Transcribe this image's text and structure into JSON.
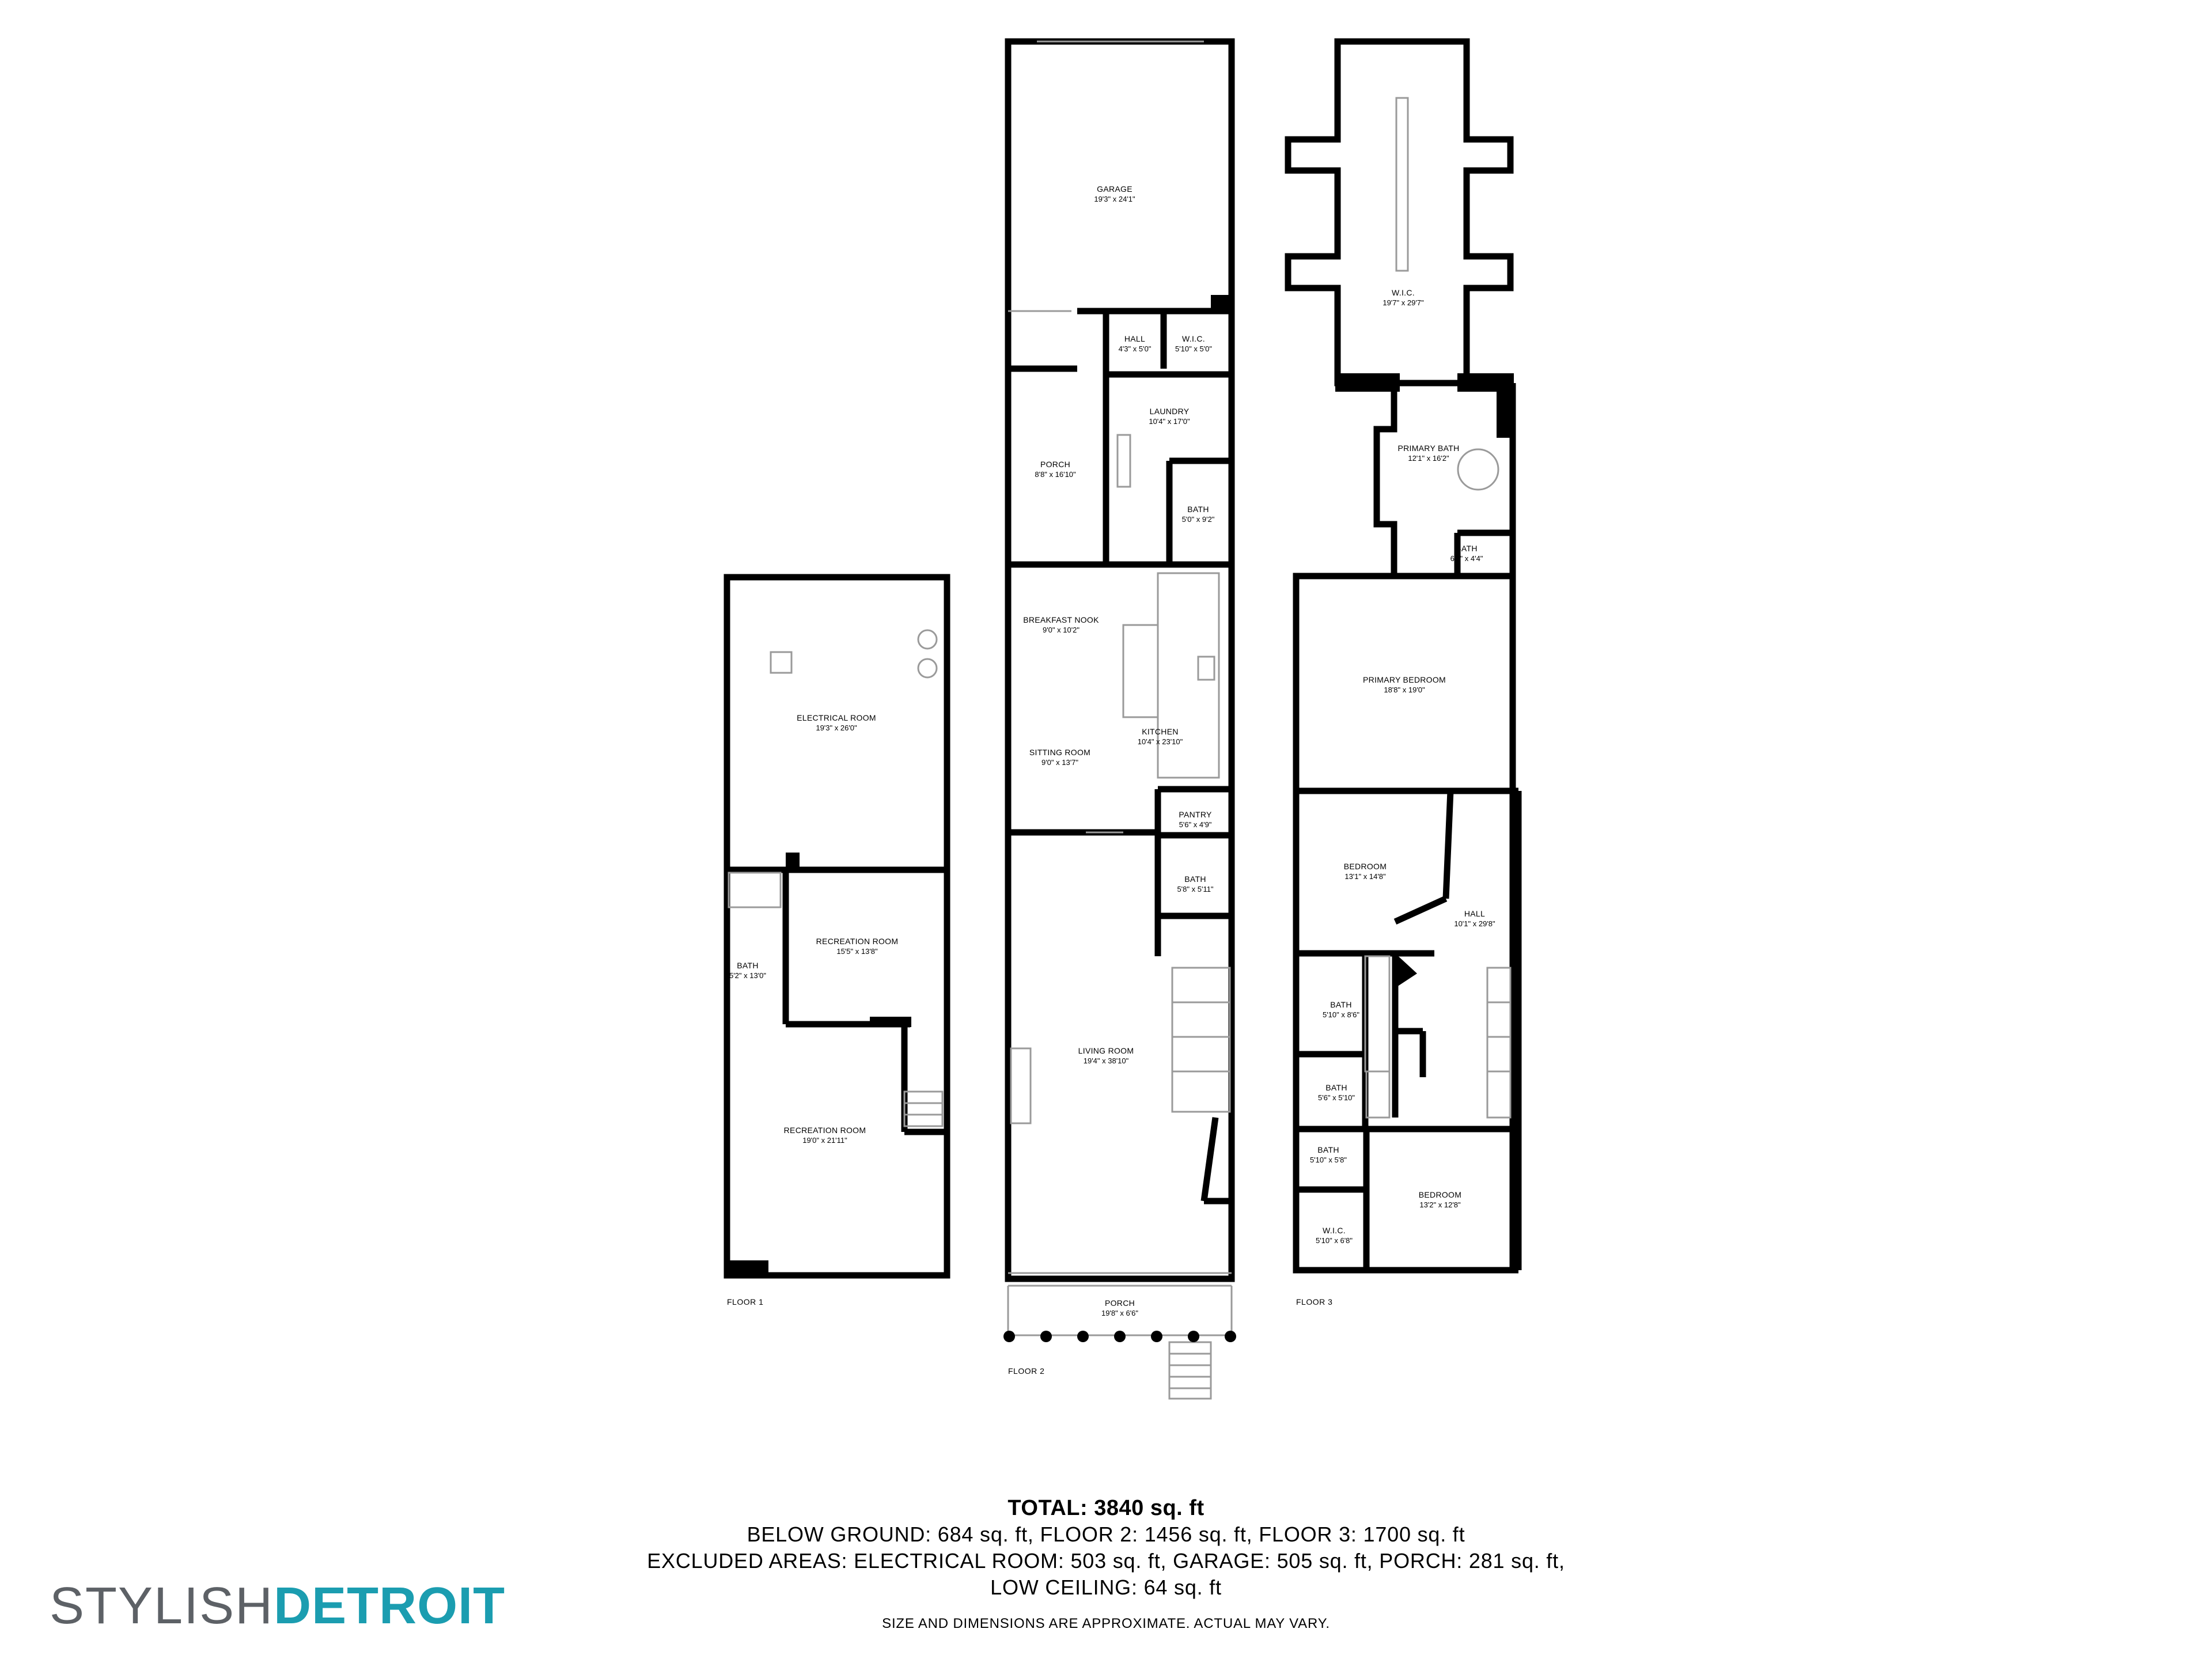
{
  "floors": {
    "floor1": {
      "label": "FLOOR 1"
    },
    "floor2": {
      "label": "FLOOR 2"
    },
    "floor3": {
      "label": "FLOOR 3"
    }
  },
  "rooms": {
    "electrical_room": {
      "name": "ELECTRICAL ROOM",
      "dim": "19'3\" x 26'0\""
    },
    "recreation_room_upper": {
      "name": "RECREATION ROOM",
      "dim": "15'5\" x 13'8\""
    },
    "bath_floor1": {
      "name": "BATH",
      "dim": "5'2\" x 13'0\""
    },
    "recreation_room_lower": {
      "name": "RECREATION ROOM",
      "dim": "19'0\" x 21'11\""
    },
    "garage": {
      "name": "GARAGE",
      "dim": "19'3\" x 24'1\""
    },
    "hall_f2": {
      "name": "HALL",
      "dim": "4'3\" x 5'0\""
    },
    "wic_f2": {
      "name": "W.I.C.",
      "dim": "5'10\" x 5'0\""
    },
    "laundry": {
      "name": "LAUNDRY",
      "dim": "10'4\" x 17'0\""
    },
    "porch_f2": {
      "name": "PORCH",
      "dim": "8'8\" x 16'10\""
    },
    "bath_f2_upper": {
      "name": "BATH",
      "dim": "5'0\" x 9'2\""
    },
    "breakfast_nook": {
      "name": "BREAKFAST NOOK",
      "dim": "9'0\" x 10'2\""
    },
    "kitchen": {
      "name": "KITCHEN",
      "dim": "10'4\" x 23'10\""
    },
    "sitting_room": {
      "name": "SITTING ROOM",
      "dim": "9'0\" x 13'7\""
    },
    "pantry": {
      "name": "PANTRY",
      "dim": "5'6\" x 4'9\""
    },
    "bath_f2_lower": {
      "name": "BATH",
      "dim": "5'8\" x 5'11\""
    },
    "living_room": {
      "name": "LIVING ROOM",
      "dim": "19'4\" x 38'10\""
    },
    "porch_front": {
      "name": "PORCH",
      "dim": "19'8\" x 6'6\""
    },
    "wic_f3_large": {
      "name": "W.I.C.",
      "dim": "19'7\" x 29'7\""
    },
    "primary_bath": {
      "name": "PRIMARY BATH",
      "dim": "12'1\" x 16'2\""
    },
    "bath_f3_small": {
      "name": "BATH",
      "dim": "6'4\" x 4'4\""
    },
    "primary_bedroom": {
      "name": "PRIMARY BEDROOM",
      "dim": "18'8\" x 19'0\""
    },
    "bedroom_f3_upper": {
      "name": "BEDROOM",
      "dim": "13'1\" x 14'8\""
    },
    "hall_f3": {
      "name": "HALL",
      "dim": "10'1\" x 29'8\""
    },
    "bath_f3_a": {
      "name": "BATH",
      "dim": "5'10\" x 8'6\""
    },
    "bath_f3_b": {
      "name": "BATH",
      "dim": "5'6\" x 5'10\""
    },
    "bath_f3_c": {
      "name": "BATH",
      "dim": "5'10\" x 5'8\""
    },
    "bedroom_f3_lower": {
      "name": "BEDROOM",
      "dim": "13'2\" x 12'8\""
    },
    "wic_f3_small": {
      "name": "W.I.C.",
      "dim": "5'10\" x 6'8\""
    }
  },
  "summary": {
    "total": "TOTAL: 3840 sq. ft",
    "line1": "BELOW GROUND: 684 sq. ft, FLOOR 2: 1456 sq. ft, FLOOR 3: 1700 sq. ft",
    "line2": "EXCLUDED AREAS: ELECTRICAL ROOM: 503 sq. ft, GARAGE: 505 sq. ft, PORCH: 281 sq. ft,",
    "line3": "LOW CEILING: 64 sq. ft",
    "disclaimer": "SIZE AND DIMENSIONS ARE APPROXIMATE. ACTUAL MAY VARY."
  },
  "brand": {
    "part1": "STYLISH",
    "part2": "DETROIT",
    "color_light": "#5d6166",
    "color_accent": "#1b9db0"
  },
  "colors": {
    "wall": "#000000",
    "thin_line": "#9a9a9a",
    "background": "#ffffff"
  }
}
